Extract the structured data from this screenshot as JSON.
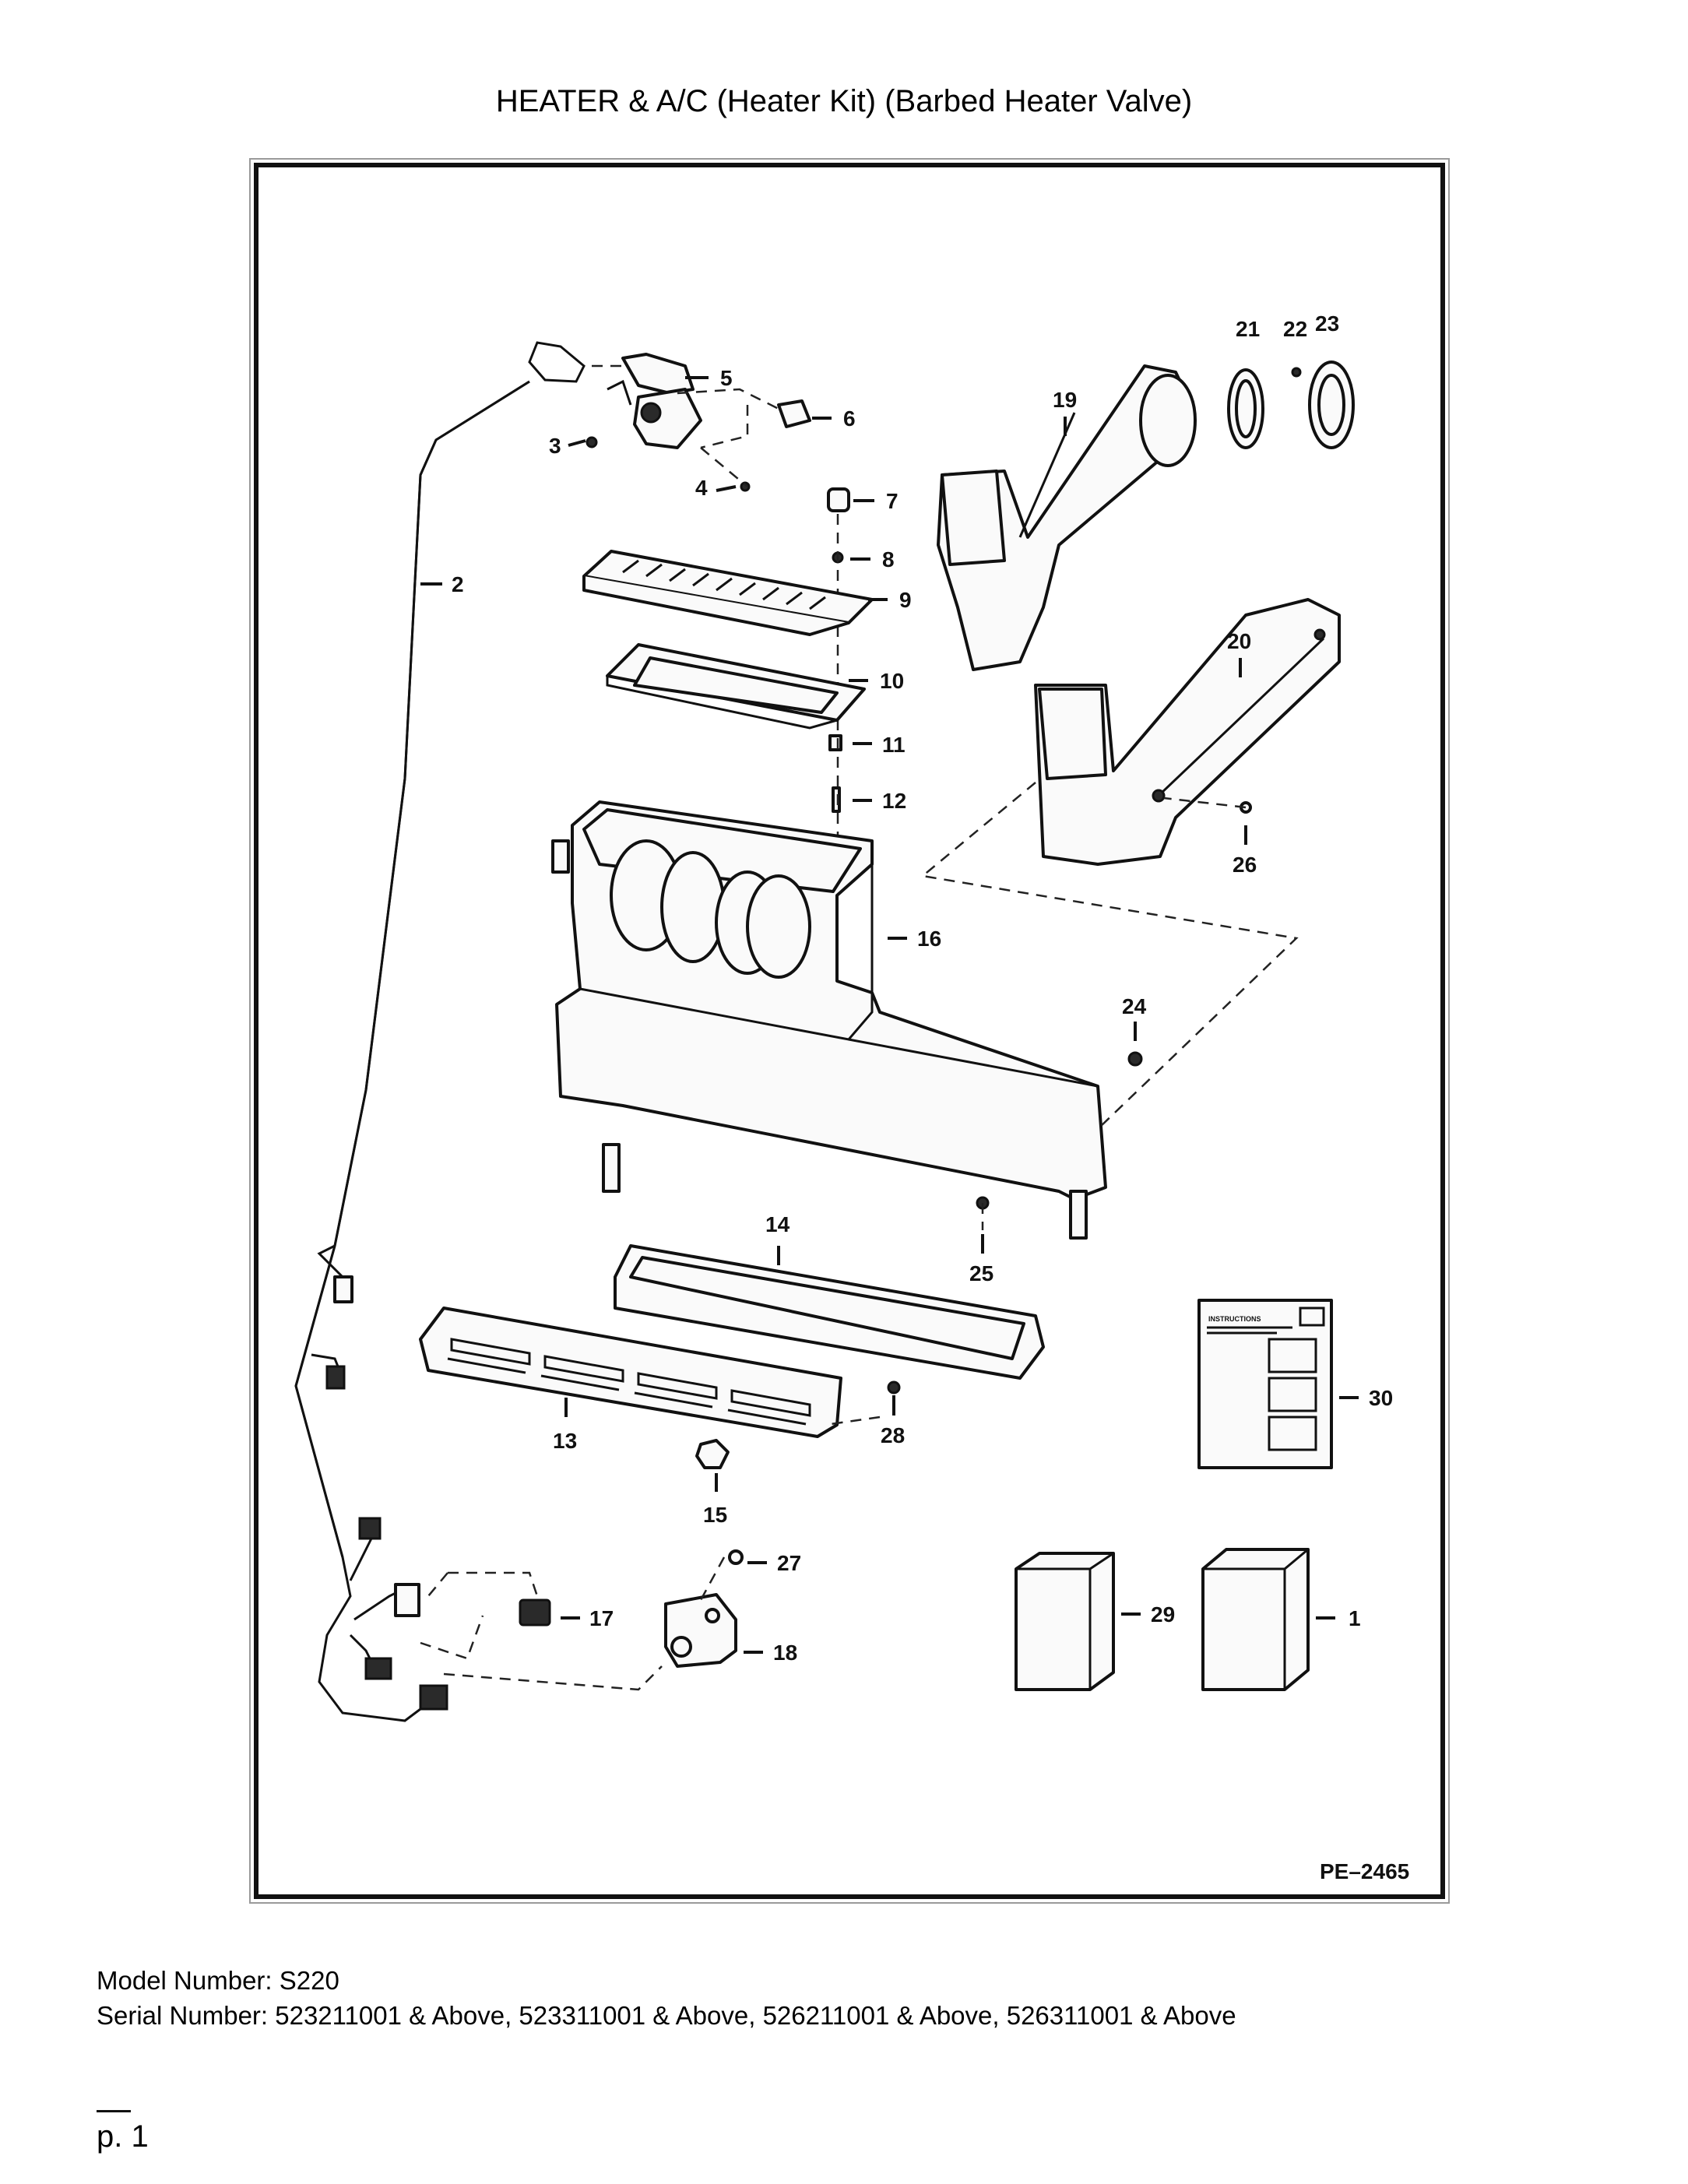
{
  "title": "HEATER & A/C (Heater Kit) (Barbed Heater Valve)",
  "diagram": {
    "reference_code": "PE–2465",
    "callouts": [
      "1",
      "2",
      "3",
      "4",
      "5",
      "6",
      "7",
      "8",
      "9",
      "10",
      "11",
      "12",
      "13",
      "14",
      "15",
      "16",
      "17",
      "18",
      "19",
      "20",
      "21",
      "22",
      "23",
      "24",
      "25",
      "26",
      "27",
      "28",
      "29",
      "30"
    ],
    "instructions_label": "INSTRUCTIONS"
  },
  "footer": {
    "model_line": "Model Number: S220",
    "serial_line": "Serial Number: 523211001 & Above, 523311001 & Above, 526211001 & Above, 526311001 & Above",
    "page_label": "p. 1"
  }
}
